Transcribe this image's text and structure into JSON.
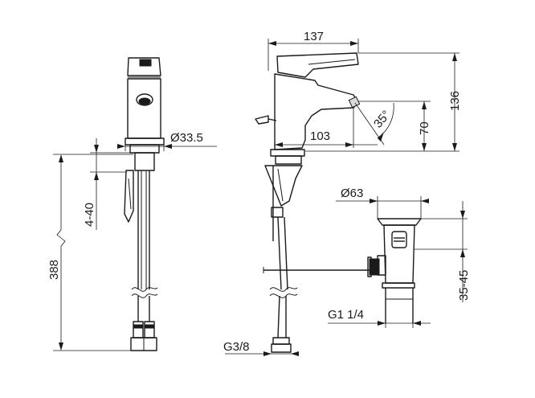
{
  "dimensions": {
    "spout_diameter": "Ø33.5",
    "deck_thickness": "4-40",
    "total_height": "388",
    "reach": "137",
    "height": "136",
    "spout_height": "70",
    "spout_reach": "103",
    "angle": "35°",
    "waste_diameter": "Ø63",
    "waste_range": "35-45",
    "waste_thread": "G1 1/4",
    "hose_thread": "G3/8"
  }
}
